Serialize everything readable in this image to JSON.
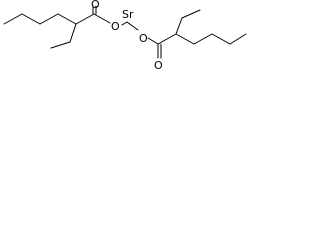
{
  "molecule": {
    "atoms": {
      "o1": "O",
      "o2": "O",
      "sr": "Sr",
      "o3": "O",
      "o4": "O"
    }
  }
}
